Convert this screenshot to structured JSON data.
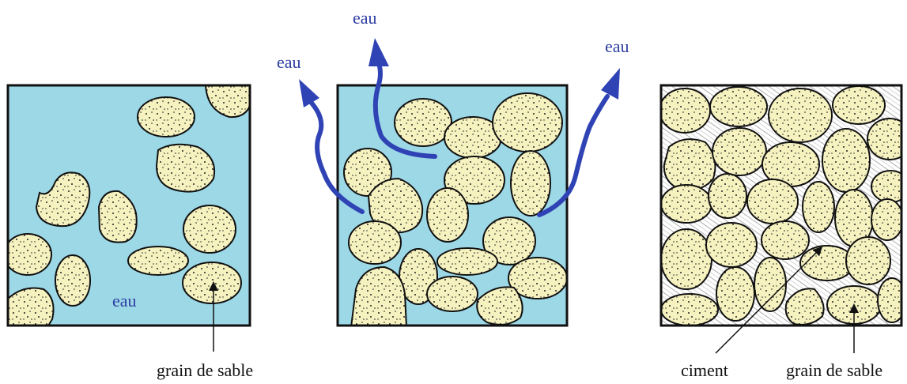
{
  "labels": {
    "water_top": "eau",
    "water_left": "eau",
    "water_right": "eau",
    "water_in_panel": "eau",
    "sand_left": "grain de sable",
    "cement": "ciment",
    "sand_right": "grain de sable"
  },
  "colors": {
    "water": "#9dd8e6",
    "grain_fill": "#f6f2c0",
    "grain_outline": "#111111",
    "arrow_blue": "#2f43b5",
    "cement_bg": "#ffffff",
    "frame": "#111111"
  }
}
